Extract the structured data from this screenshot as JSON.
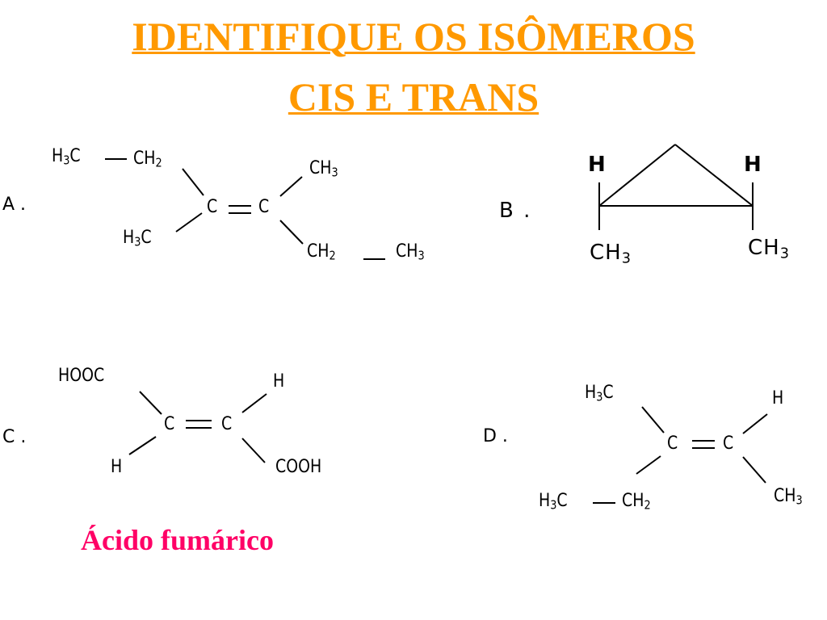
{
  "title": {
    "line1": "IDENTIFIQUE OS ISÔMEROS",
    "line2": "CIS E TRANS"
  },
  "structures": {
    "a": {
      "label": "A .",
      "h3c_top": "H",
      "h3c_top_c": "C",
      "ch2_top_c": "CH",
      "ch3_right": "CH",
      "c1": "C",
      "c2": "C",
      "h3c_left": "H",
      "h3c_left_c": "C",
      "ch2_bottom": "CH",
      "ch3_bottom": "CH",
      "sub3": "3",
      "sub2": "2"
    },
    "b": {
      "label": "B .",
      "h_left": "H",
      "h_right": "H",
      "ch3_left": "CH",
      "ch3_right": "CH",
      "sub3": "3"
    },
    "c": {
      "label": "C .",
      "hooc": "HOOC",
      "h_right": "H",
      "c1": "C",
      "c2": "C",
      "h_left": "H",
      "cooh": "COOH",
      "caption": "Ácido fumárico"
    },
    "d": {
      "label": "D .",
      "h3c_top": "H",
      "h3c_top_c": "C",
      "h_right": "H",
      "c1": "C",
      "c2": "C",
      "h3c_bottom": "H",
      "h3c_bottom_c": "C",
      "ch2_bottom": "CH",
      "ch3_right": "CH",
      "sub3": "3",
      "sub2": "2"
    }
  },
  "colors": {
    "title": "#ff9900",
    "caption": "#ff0066",
    "ink": "#000000"
  }
}
